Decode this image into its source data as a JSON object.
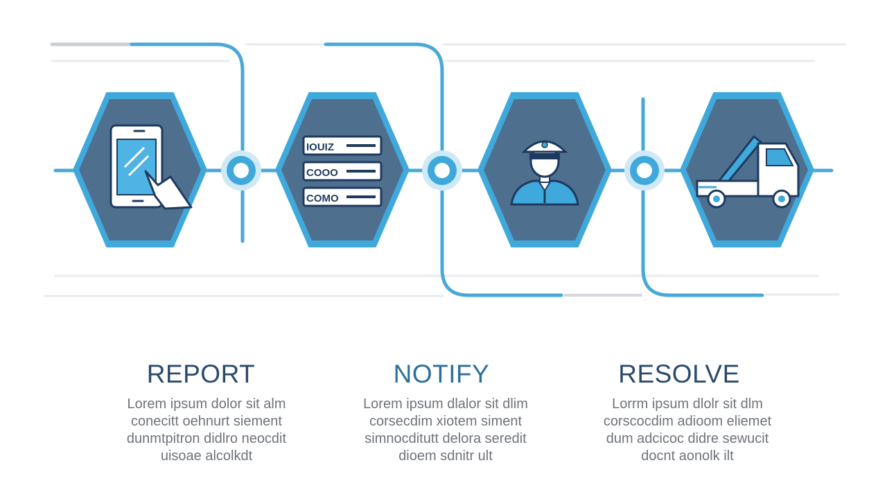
{
  "colors": {
    "hex_fill": "#4f6f8f",
    "hex_ring": "#3fa9dc",
    "line": "#49a8d8",
    "line_light": "#e6eaee",
    "title_dark": "#2b4a6b",
    "title_accent": "#2d6f9a",
    "body_text": "#6e737a"
  },
  "icons": [
    "smartphone-tap-icon",
    "form-fields-icon",
    "officer-icon",
    "tow-truck-icon"
  ],
  "form_icon_fields": [
    "IOUIZ",
    "COOO",
    "COMO"
  ],
  "steps": [
    {
      "title": "REPORT",
      "lines": [
        "Lorem ipsum dolor sit alm",
        "conecitt oehnurt siement",
        "dunmtpitron didlro neocdit",
        "uisoae alcolkdt"
      ]
    },
    {
      "title": "NOTIFY",
      "lines": [
        "Lorem ipsum dlalor sit dlim",
        "corsecdim xiotem siment",
        "simnocditutt delora seredit",
        "dioem sdnitr ult"
      ]
    },
    {
      "title": "RESOLVE",
      "lines": [
        "Lorrm ipsum dlolr sit dlm",
        "corscocdim adioom eliemet",
        "dum adcicoc didre sewucit",
        "docnt aonolk ilt"
      ]
    }
  ]
}
